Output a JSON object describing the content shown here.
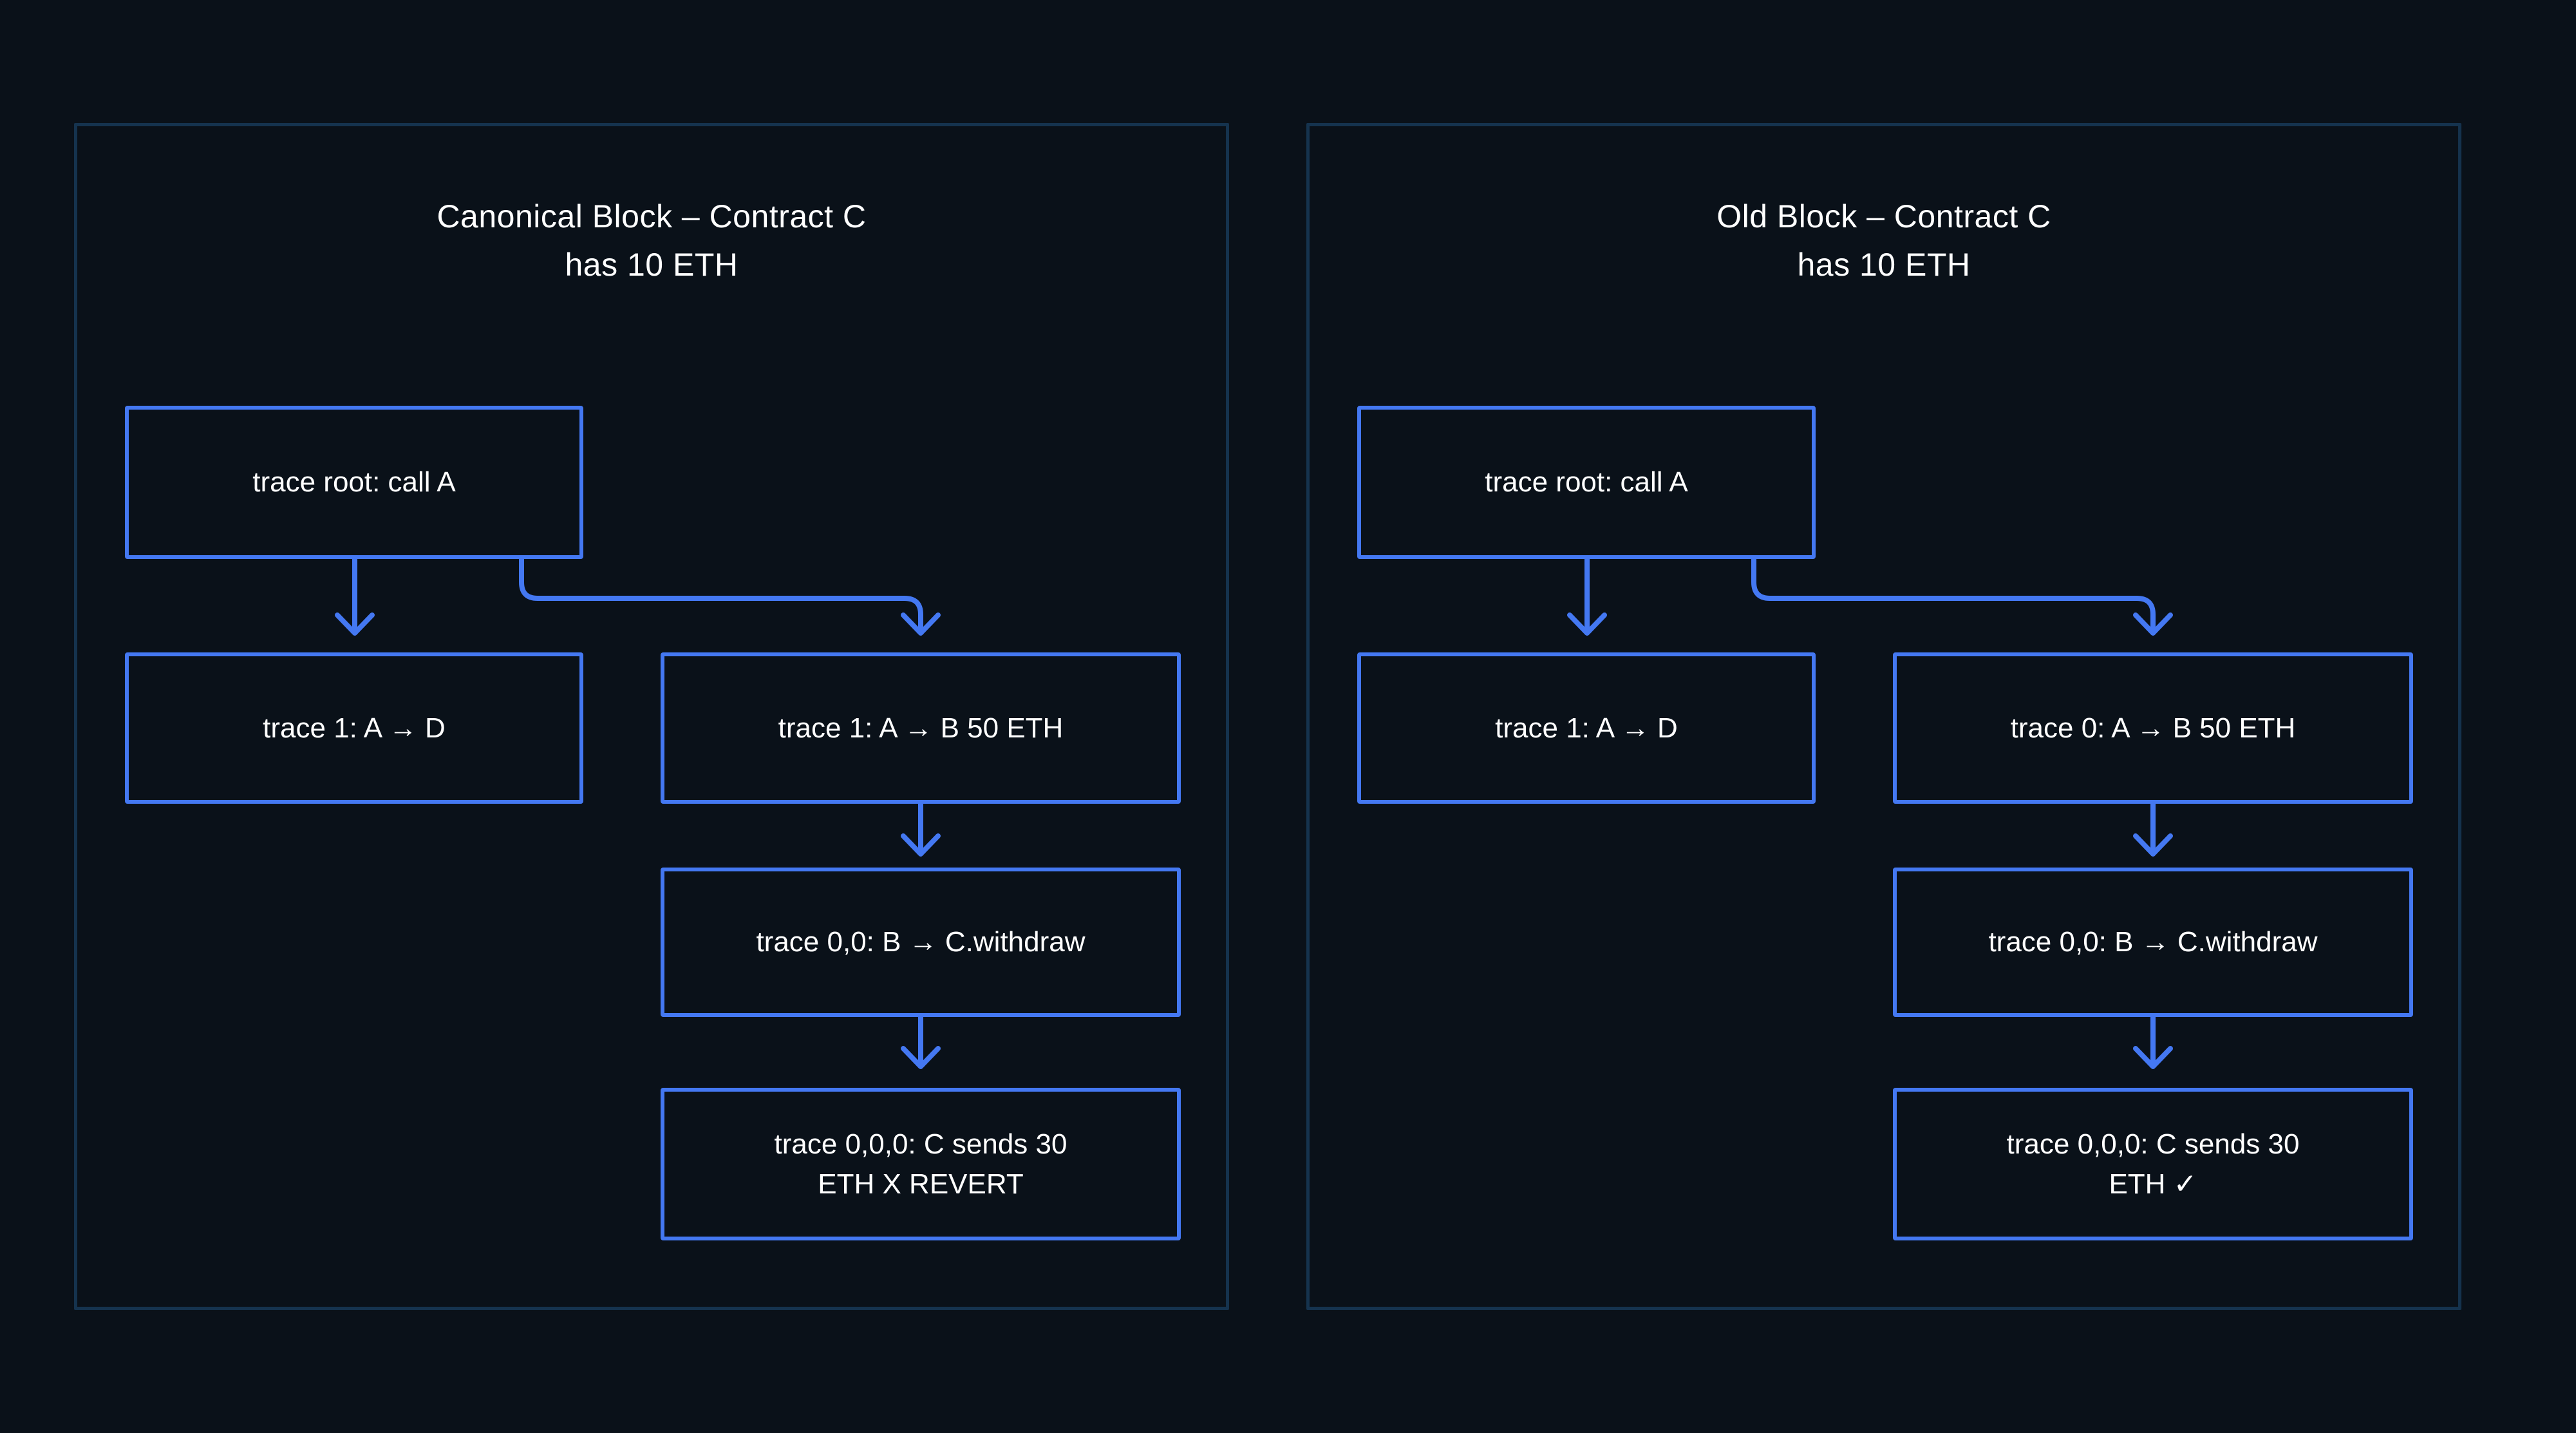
{
  "colors": {
    "background": "#0a1119",
    "panel_border": "#15334e",
    "accent": "#4478f2",
    "text": "#ffffff"
  },
  "panels": [
    {
      "id": "canonical-block",
      "title": [
        "Canonical Block – Contract C",
        "has 10 ETH"
      ],
      "nodes": {
        "root": "trace root: call A",
        "child_left": "trace 1: A → D",
        "child_right": "trace 1: A → B 50 ETH",
        "grandchild": "trace 0,0: B → C.withdraw",
        "great_grandchild": [
          "trace 0,0,0: C sends 30",
          "ETH X REVERT"
        ]
      }
    },
    {
      "id": "old-block",
      "title": [
        "Old Block – Contract C",
        "has 10 ETH"
      ],
      "nodes": {
        "root": "trace root: call A",
        "child_left": "trace 1: A → D",
        "child_right": "trace 0: A → B 50 ETH",
        "grandchild": "trace 0,0: B → C.withdraw",
        "great_grandchild": [
          "trace 0,0,0: C sends 30",
          "ETH ✓"
        ]
      }
    }
  ]
}
